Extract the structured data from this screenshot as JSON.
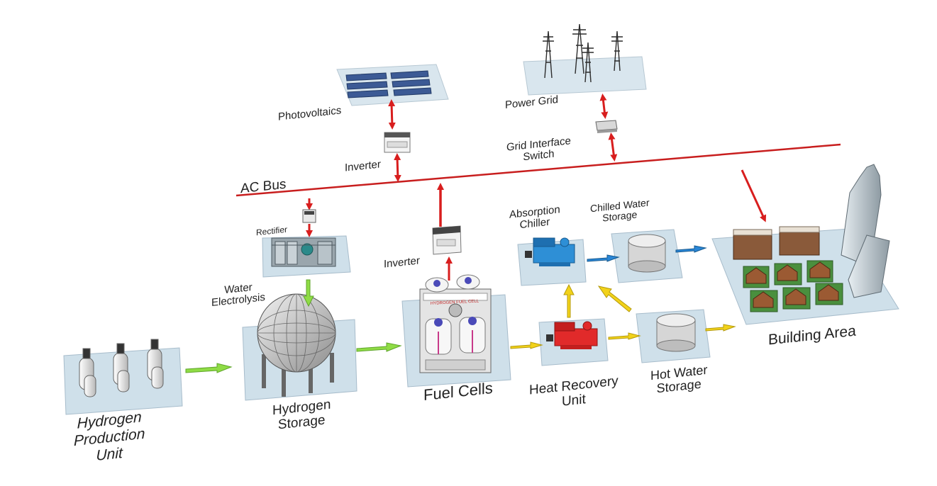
{
  "labels": {
    "photovoltaics": "Photovoltaics",
    "power_grid": "Power Grid",
    "grid_interface_switch": "Grid Interface\nSwitch",
    "inverter_top": "Inverter",
    "ac_bus": "AC Bus",
    "rectifier": "Rectifier",
    "water_electrolysis": "Water\nElectrolysis",
    "inverter_mid": "Inverter",
    "absorption_chiller": "Absorption\nChiller",
    "chilled_water_storage": "Chilled Water\nStorage",
    "hydrogen_production_unit": "Hydrogen\nProduction\nUnit",
    "hydrogen_storage": "Hydrogen\nStorage",
    "fuel_cells": "Fuel Cells",
    "heat_recovery_unit": "Heat Recovery\nUnit",
    "hot_water_storage": "Hot Water\nStorage",
    "building_area": "Building Area",
    "fuel_cell_tag": "HYDROGEN FUEL CELL"
  },
  "colors": {
    "electric_flow": "#d81e1e",
    "hydrogen_flow": "#8fdc45",
    "heat_flow": "#f2d21a",
    "chilled_flow": "#2a86d6",
    "platform": "#cfe0ea",
    "platform_edge": "#a7bccb",
    "ac_bus": "#c81e1e"
  }
}
